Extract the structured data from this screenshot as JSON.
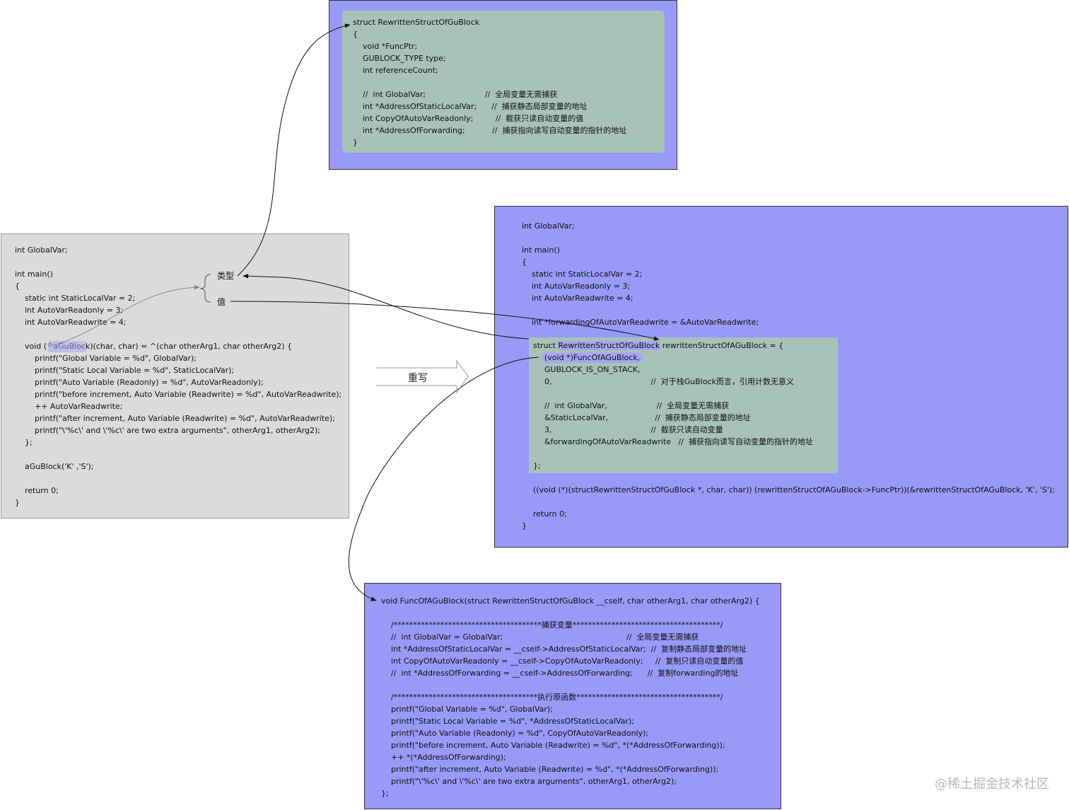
{
  "top_struct": {
    "lines": [
      "struct RewrittenStructOfGuBlock",
      "{",
      "    void *FuncPtr;",
      "    GUBLOCK_TYPE type;",
      "    int referenceCount;",
      "",
      "    //  int GlobalVar;                        //  全局变量无需捕获",
      "    int *AddressOfStaticLocalVar;      //  捕获静态局部变量的地址",
      "    int CopyOfAutoVarReadonly;         //  截获只读自动变量的值",
      "    int *AddressOfForwarding;           //  捕获指向读写自动变量的指针的地址",
      "}"
    ]
  },
  "original_code": {
    "lines": [
      "int GlobalVar;",
      "",
      "int main()",
      "{",
      "    static int StaticLocalVar = 2;",
      "    int AutoVarReadonly = 3;",
      "    int AutoVarReadwrite = 4;",
      "",
      "    void (^aGuBlock)(char, char) = ^(char otherArg1, char otherArg2) {",
      "        printf(\"Global Variable = %d\", GlobalVar);",
      "        printf(\"Static Local Variable = %d\", StaticLocalVar);",
      "        printf(\"Auto Variable (Readonly) = %d\", AutoVarReadonly);",
      "        printf(\"before increment, Auto Variable (Readwrite) = %d\", AutoVarReadwrite);",
      "        ++ AutoVarReadwrite;",
      "        printf(\"after increment, Auto Variable (Readwrite) = %d\", AutoVarReadwrite);",
      "        printf(\"\\'%c\\' and \\'%c\\' are two extra arguments\", otherArg1, otherArg2);",
      "    };",
      "",
      "    aGuBlock('K' ,'S');",
      "",
      "    return 0;",
      "}"
    ]
  },
  "labels": {
    "type": "类型",
    "value": "值",
    "rewrite": "重写"
  },
  "rewritten_main": {
    "head_lines": [
      "int GlobalVar;",
      "",
      "int main()",
      "{",
      "    static int StaticLocalVar = 2;",
      "    int AutoVarReadonly = 3;",
      "    int AutoVarReadwrite = 4;",
      "",
      "    int *forwardingOfAutoVarReadwrite = &AutoVarReadwrite;"
    ],
    "struct_prefix": "struct ",
    "struct_name": "RewrittenStructOfGuBlock",
    "struct_suffix": " rewrittenStructOfAGuBlock = {",
    "funcptr_line": "(void *)FuncOfAGuBlock,",
    "init_lines": [
      "GUBLOCK_IS_ON_STACK,",
      "0,                                        //  对于栈GuBlock而言，引用计数无意义",
      "",
      "//  int GlobalVar,                    //  全局变量无需捕获",
      "&StaticLocalVar,                   //  捕获静态局部变量的地址",
      "3,                                        //  截获只读自动变量",
      "&forwardingOfAutoVarReadwrite   //  捕获指向读写自动变量的指针的地址"
    ],
    "close_line": "};",
    "tail_lines": [
      "((void (*)(structRewrittenStructOfGuBlock *, char, char)) (rewrittenStructOfAGuBlock->FuncPtr))(&rewrittenStructOfAGuBlock, 'K', 'S');",
      "",
      "return 0;"
    ],
    "end_line": "}"
  },
  "func_code": {
    "lines": [
      "void FuncOfAGuBlock(struct RewrittenStructOfGuBlock __cself, char otherArg1, char otherArg2) {",
      "",
      "    /**************************************捕获变量**************************************/",
      "    //  int GlobalVar = GlobalVar;                                                  //  全局变量无需捕获",
      "    int *AddressOfStaticLocalVar = __cself->AddressOfStaticLocalVar;  //  复制静态局部变量的地址",
      "    int CopyOfAutoVarReadonly = __cself->CopyOfAutoVarReadonly;     //  复制只读自动变量的值",
      "    //  int *AddressOfForwarding = __cself->AddressOfForwarding;      //  复制forwarding的地址",
      "",
      "    /*************************************执行原函数*************************************/",
      "    printf(\"Global Variable = %d\", GlobalVar);",
      "    printf(\"Static Local Variable = %d\", *AddressOfStaticLocalVar);",
      "    printf(\"Auto Variable (Readonly) = %d\", CopyOfAutoVarReadonly);",
      "    printf(\"before increment, Auto Variable (Readwrite) = %d\", *(*AddressOfForwarding));",
      "    ++ *(*AddressOfForwarding);",
      "    printf(\"after increment, Auto Variable (Readwrite) = %d\", *(*AddressOfForwarding));",
      "    printf(\"\\'%c\\' and \\'%c\\' are two extra arguments\", otherArg1, otherArg2);",
      "};"
    ]
  },
  "watermark": "@稀土掘金技术社区",
  "colors": {
    "purple_box": "#9999f8",
    "green_box": "#a8c2b8",
    "grey_box": "#dbdbdb",
    "highlight": "#a6a6f2"
  }
}
